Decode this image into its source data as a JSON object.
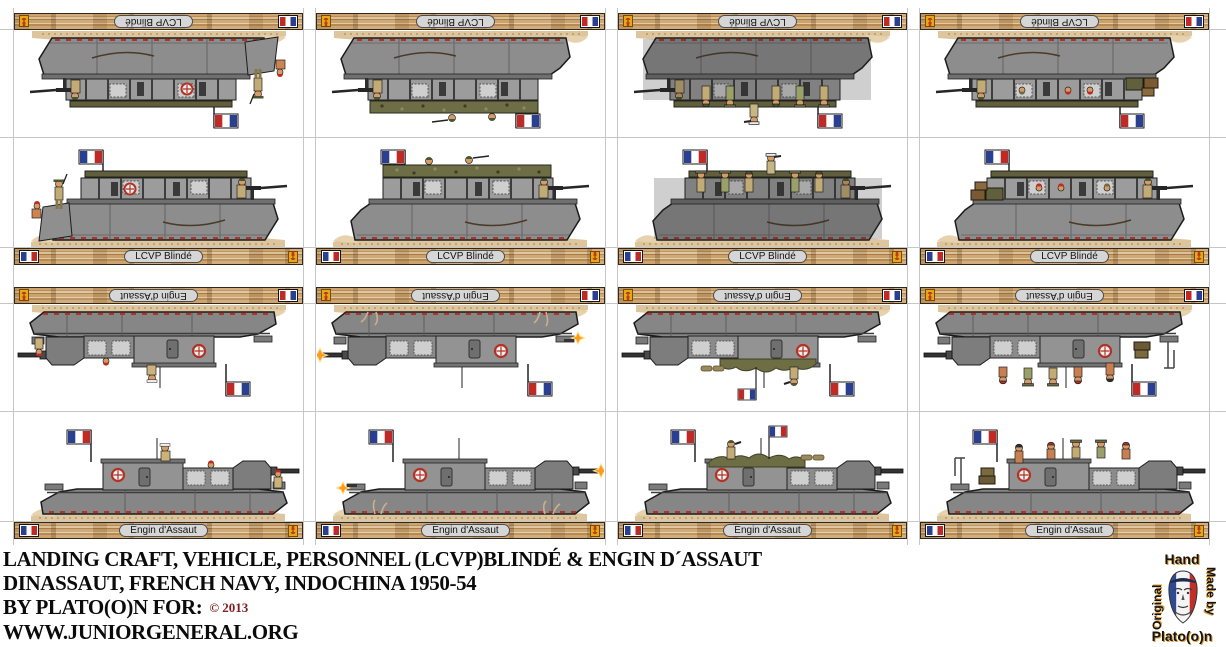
{
  "page": {
    "background": "#ffffff"
  },
  "banner": {
    "flag_icon": "french-flag",
    "badge_icon": "naval-crest",
    "wood_color": "#c79e6b"
  },
  "cards": [
    {
      "type": "lcvp",
      "label": "LCVP Blindé",
      "variant": 1
    },
    {
      "type": "lcvp",
      "label": "LCVP Blindé",
      "variant": 2
    },
    {
      "type": "lcvp",
      "label": "LCVP Blindé",
      "variant": 3
    },
    {
      "type": "lcvp",
      "label": "LCVP Blindé",
      "variant": 4
    },
    {
      "type": "engin",
      "label": "Engin d'Assaut",
      "variant": 1
    },
    {
      "type": "engin",
      "label": "Engin d'Assaut",
      "variant": 2
    },
    {
      "type": "engin",
      "label": "Engin d'Assaut",
      "variant": 3
    },
    {
      "type": "engin",
      "label": "Engin d'Assaut",
      "variant": 4
    }
  ],
  "footer": {
    "line1": "LANDING CRAFT, VEHICLE, PERSONNEL (LCVP)BLINDÉ & ENGIN D´ASSAUT",
    "line2": "DINASSAUT, FRENCH NAVY, INDOCHINA 1950-54",
    "line3": "BY PLATO(O)N FOR:",
    "copyright": "© 2013",
    "line4": "WWW.JUNIORGENERAL.ORG"
  },
  "logo": {
    "top": "Hand",
    "right": "Made by",
    "bottom": "Plato(o)n",
    "left": "Original"
  },
  "colors": {
    "flag_blue": "#2b3f90",
    "flag_red": "#bf2a26",
    "hull_gray": "#8d8d8d",
    "sand": "#ddc69e",
    "canopy_olive": "#5f5f3e",
    "copyright_red": "#7e1d1d",
    "guide_gray": "#c6c6c6"
  }
}
